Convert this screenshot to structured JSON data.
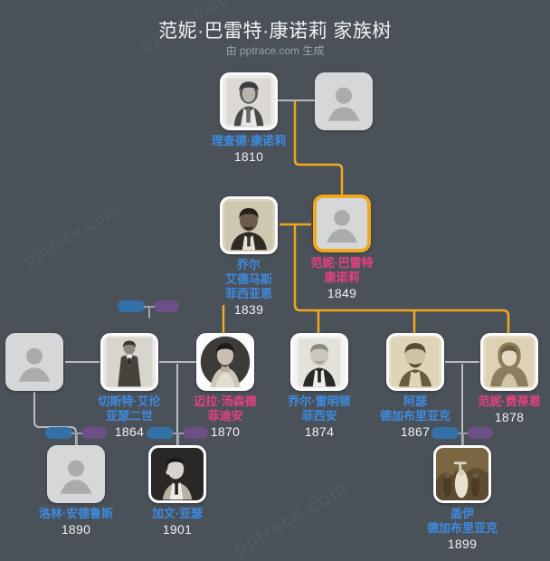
{
  "header": {
    "title": "范妮·巴雷特·康诺莉 家族树",
    "subtitle": "由 pptrace.com 生成"
  },
  "watermark": {
    "text": "pptrace.com"
  },
  "colors": {
    "background": "#4a5159",
    "name_male": "#3d8be0",
    "name_focus": "#e8417f",
    "year": "#f0f1f2",
    "line_gray": "#b9bcc0",
    "line_gold": "#efa81f",
    "badge_blue": "#3370a8",
    "badge_purple": "#6c4f85",
    "card_bg": "#fcfcfc",
    "placeholder": "#d6d7d8"
  },
  "people": [
    {
      "id": "richard",
      "name": "理查德·康诺莉",
      "year": "1810",
      "focus": false,
      "photo": "portrait-richard",
      "generation": 1
    },
    {
      "id": "unknown1",
      "name": "",
      "year": "",
      "focus": false,
      "photo": "placeholder-avatar",
      "generation": 1
    },
    {
      "id": "joel_e",
      "name": "乔尔\n艾德马斯\n菲西亚恩",
      "year": "1839",
      "focus": false,
      "photo": "portrait-joel-edmas",
      "generation": 2
    },
    {
      "id": "fanny",
      "name": "范妮·巴雷特\n康诺莉",
      "year": "1849",
      "focus": true,
      "photo": "placeholder-avatar",
      "generation": 2
    },
    {
      "id": "unknown2",
      "name": "",
      "year": "",
      "focus": false,
      "photo": "placeholder-avatar",
      "generation": 3
    },
    {
      "id": "chester",
      "name": "切斯特·艾伦\n亚瑟二世",
      "year": "1864",
      "focus": false,
      "photo": "portrait-chester",
      "generation": 3
    },
    {
      "id": "myra",
      "name": "迈拉·汤森德\n菲迪安",
      "year": "1870",
      "focus": true,
      "photo": "portrait-myra",
      "generation": 3
    },
    {
      "id": "joel_r",
      "name": "乔尔·雷明顿\n菲西安",
      "year": "1874",
      "focus": false,
      "photo": "portrait-joel-rem",
      "generation": 3
    },
    {
      "id": "arthur_d",
      "name": "阿瑟\n德加布里亚克",
      "year": "1867",
      "focus": false,
      "photo": "portrait-arthur-d",
      "generation": 3
    },
    {
      "id": "fanny_f",
      "name": "范妮·费蒂恩",
      "year": "1878",
      "focus": true,
      "photo": "portrait-fanny-f",
      "generation": 3
    },
    {
      "id": "lorraine",
      "name": "洛林·安德鲁斯",
      "year": "1890",
      "focus": false,
      "photo": "placeholder-avatar",
      "generation": 4
    },
    {
      "id": "gavin",
      "name": "加文·亚瑟",
      "year": "1901",
      "focus": false,
      "photo": "portrait-gavin",
      "generation": 4
    },
    {
      "id": "guy",
      "name": "盖伊\n德加布里亚克",
      "year": "1899",
      "focus": false,
      "photo": "portrait-guy",
      "generation": 4
    }
  ],
  "couple_badges": [
    {
      "id": "badge-joel-fanny",
      "blue": "",
      "purple": ""
    },
    {
      "id": "badge-chester-myra",
      "blue": "",
      "purple": ""
    },
    {
      "id": "badge-arthur-fannyf",
      "blue": "",
      "purple": ""
    },
    {
      "id": "badge-lorraine",
      "blue": "",
      "purple": ""
    },
    {
      "id": "badge-gavin",
      "blue": "",
      "purple": ""
    },
    {
      "id": "badge-guy",
      "blue": "",
      "purple": ""
    }
  ]
}
